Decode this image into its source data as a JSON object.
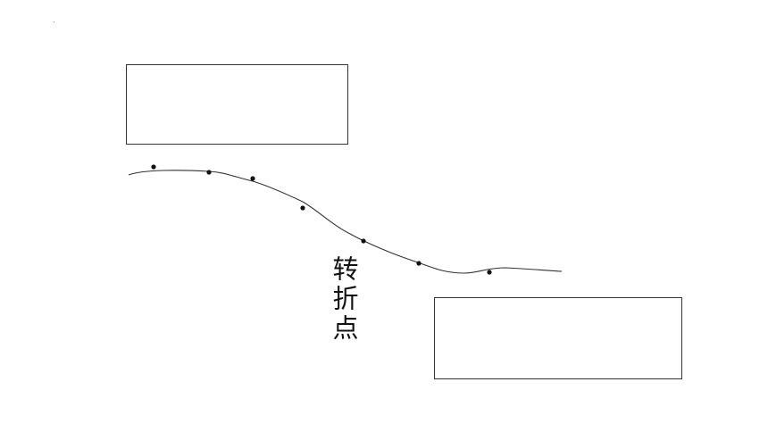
{
  "diagram": {
    "label": "转折点",
    "colors": {
      "line": "#333333",
      "dot": "#111111",
      "box_border": "#333333",
      "background": "#ffffff"
    },
    "boxes": [
      {
        "name": "upper-empty-box",
        "text": ""
      },
      {
        "name": "lower-empty-box",
        "text": ""
      }
    ]
  }
}
